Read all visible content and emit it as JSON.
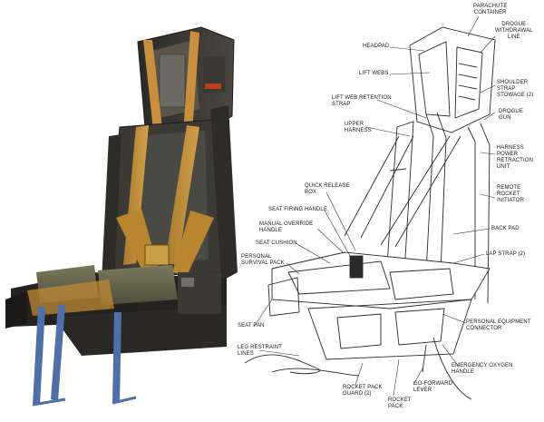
{
  "diagram": {
    "labels": {
      "parachute_container": [
        "PARACHUTE",
        "CONTAINER"
      ],
      "drogue_withdrawal_line": [
        "DROGUE",
        "WITHDRAWAL",
        "LINE"
      ],
      "headpad": [
        "HEADPAD"
      ],
      "lift_webs": [
        "LIFT WEBS"
      ],
      "shoulder_strap_stowage": [
        "SHOULDER",
        "STRAP",
        "STOWAGE (2)"
      ],
      "lift_web_retention_strap": [
        "LIFT WEB RETENTION",
        "STRAP"
      ],
      "drogue_gun": [
        "DROGUE",
        "GUN"
      ],
      "upper_harness": [
        "UPPER",
        "HARNESS"
      ],
      "harness_power_retraction_unit": [
        "HARNESS",
        "POWER",
        "RETRACTION",
        "UNIT"
      ],
      "quick_release_box": [
        "QUICK RELEASE",
        "BOX"
      ],
      "remote_rocket_initiator": [
        "REMOTE",
        "ROCKET",
        "INITIATOR"
      ],
      "seat_firing_handle": [
        "SEAT FIRING HANDLE"
      ],
      "manual_override_handle": [
        "MANUAL OVERRIDE",
        "HANDLE"
      ],
      "back_pad": [
        "BACK PAD"
      ],
      "seat_cushion": [
        "SEAT CUSHION"
      ],
      "lap_strap": [
        "LAP STRAP (2)"
      ],
      "personal_survival_pack": [
        "PERSONAL",
        "SURVIVAL PACK"
      ],
      "seat_pan": [
        "SEAT PAN"
      ],
      "personal_equipment_connector": [
        "PERSONAL EQUIPMENT",
        "CONNECTOR"
      ],
      "leg_restraint_lines": [
        "LEG RESTRAINT",
        "LINES"
      ],
      "emergency_oxygen_handle": [
        "EMERGENCY OXYGEN",
        "HANDLE"
      ],
      "rocket_pack_guard": [
        "ROCKET PACK",
        "GUARD (2)"
      ],
      "go_forward_lever": [
        "GO-FORWARD",
        "LEVER"
      ],
      "rocket_pack": [
        "ROCKET",
        "PACK"
      ]
    }
  }
}
